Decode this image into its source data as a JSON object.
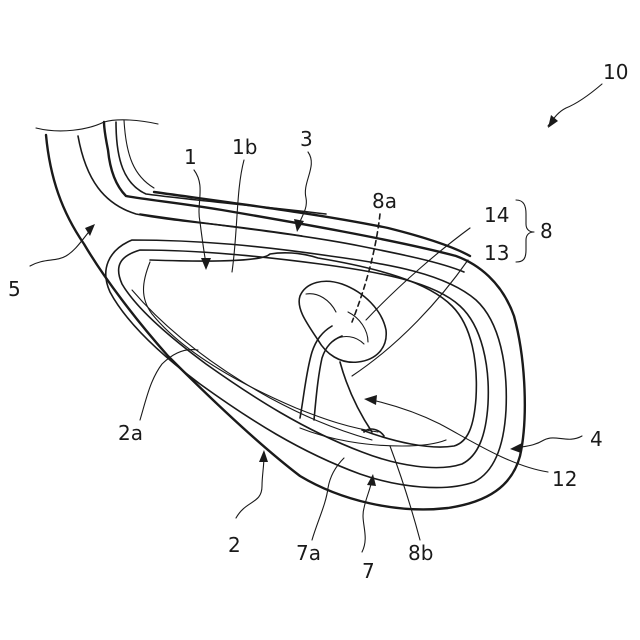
{
  "labels": {
    "l10": "10",
    "l1": "1",
    "l1b": "1b",
    "l3": "3",
    "l8a": "8a",
    "l14": "14",
    "l8": "8",
    "l13": "13",
    "l5": "5",
    "l2a": "2a",
    "l4": "4",
    "l12": "12",
    "l2": "2",
    "l7a": "7a",
    "l7": "7",
    "l8b": "8b"
  }
}
